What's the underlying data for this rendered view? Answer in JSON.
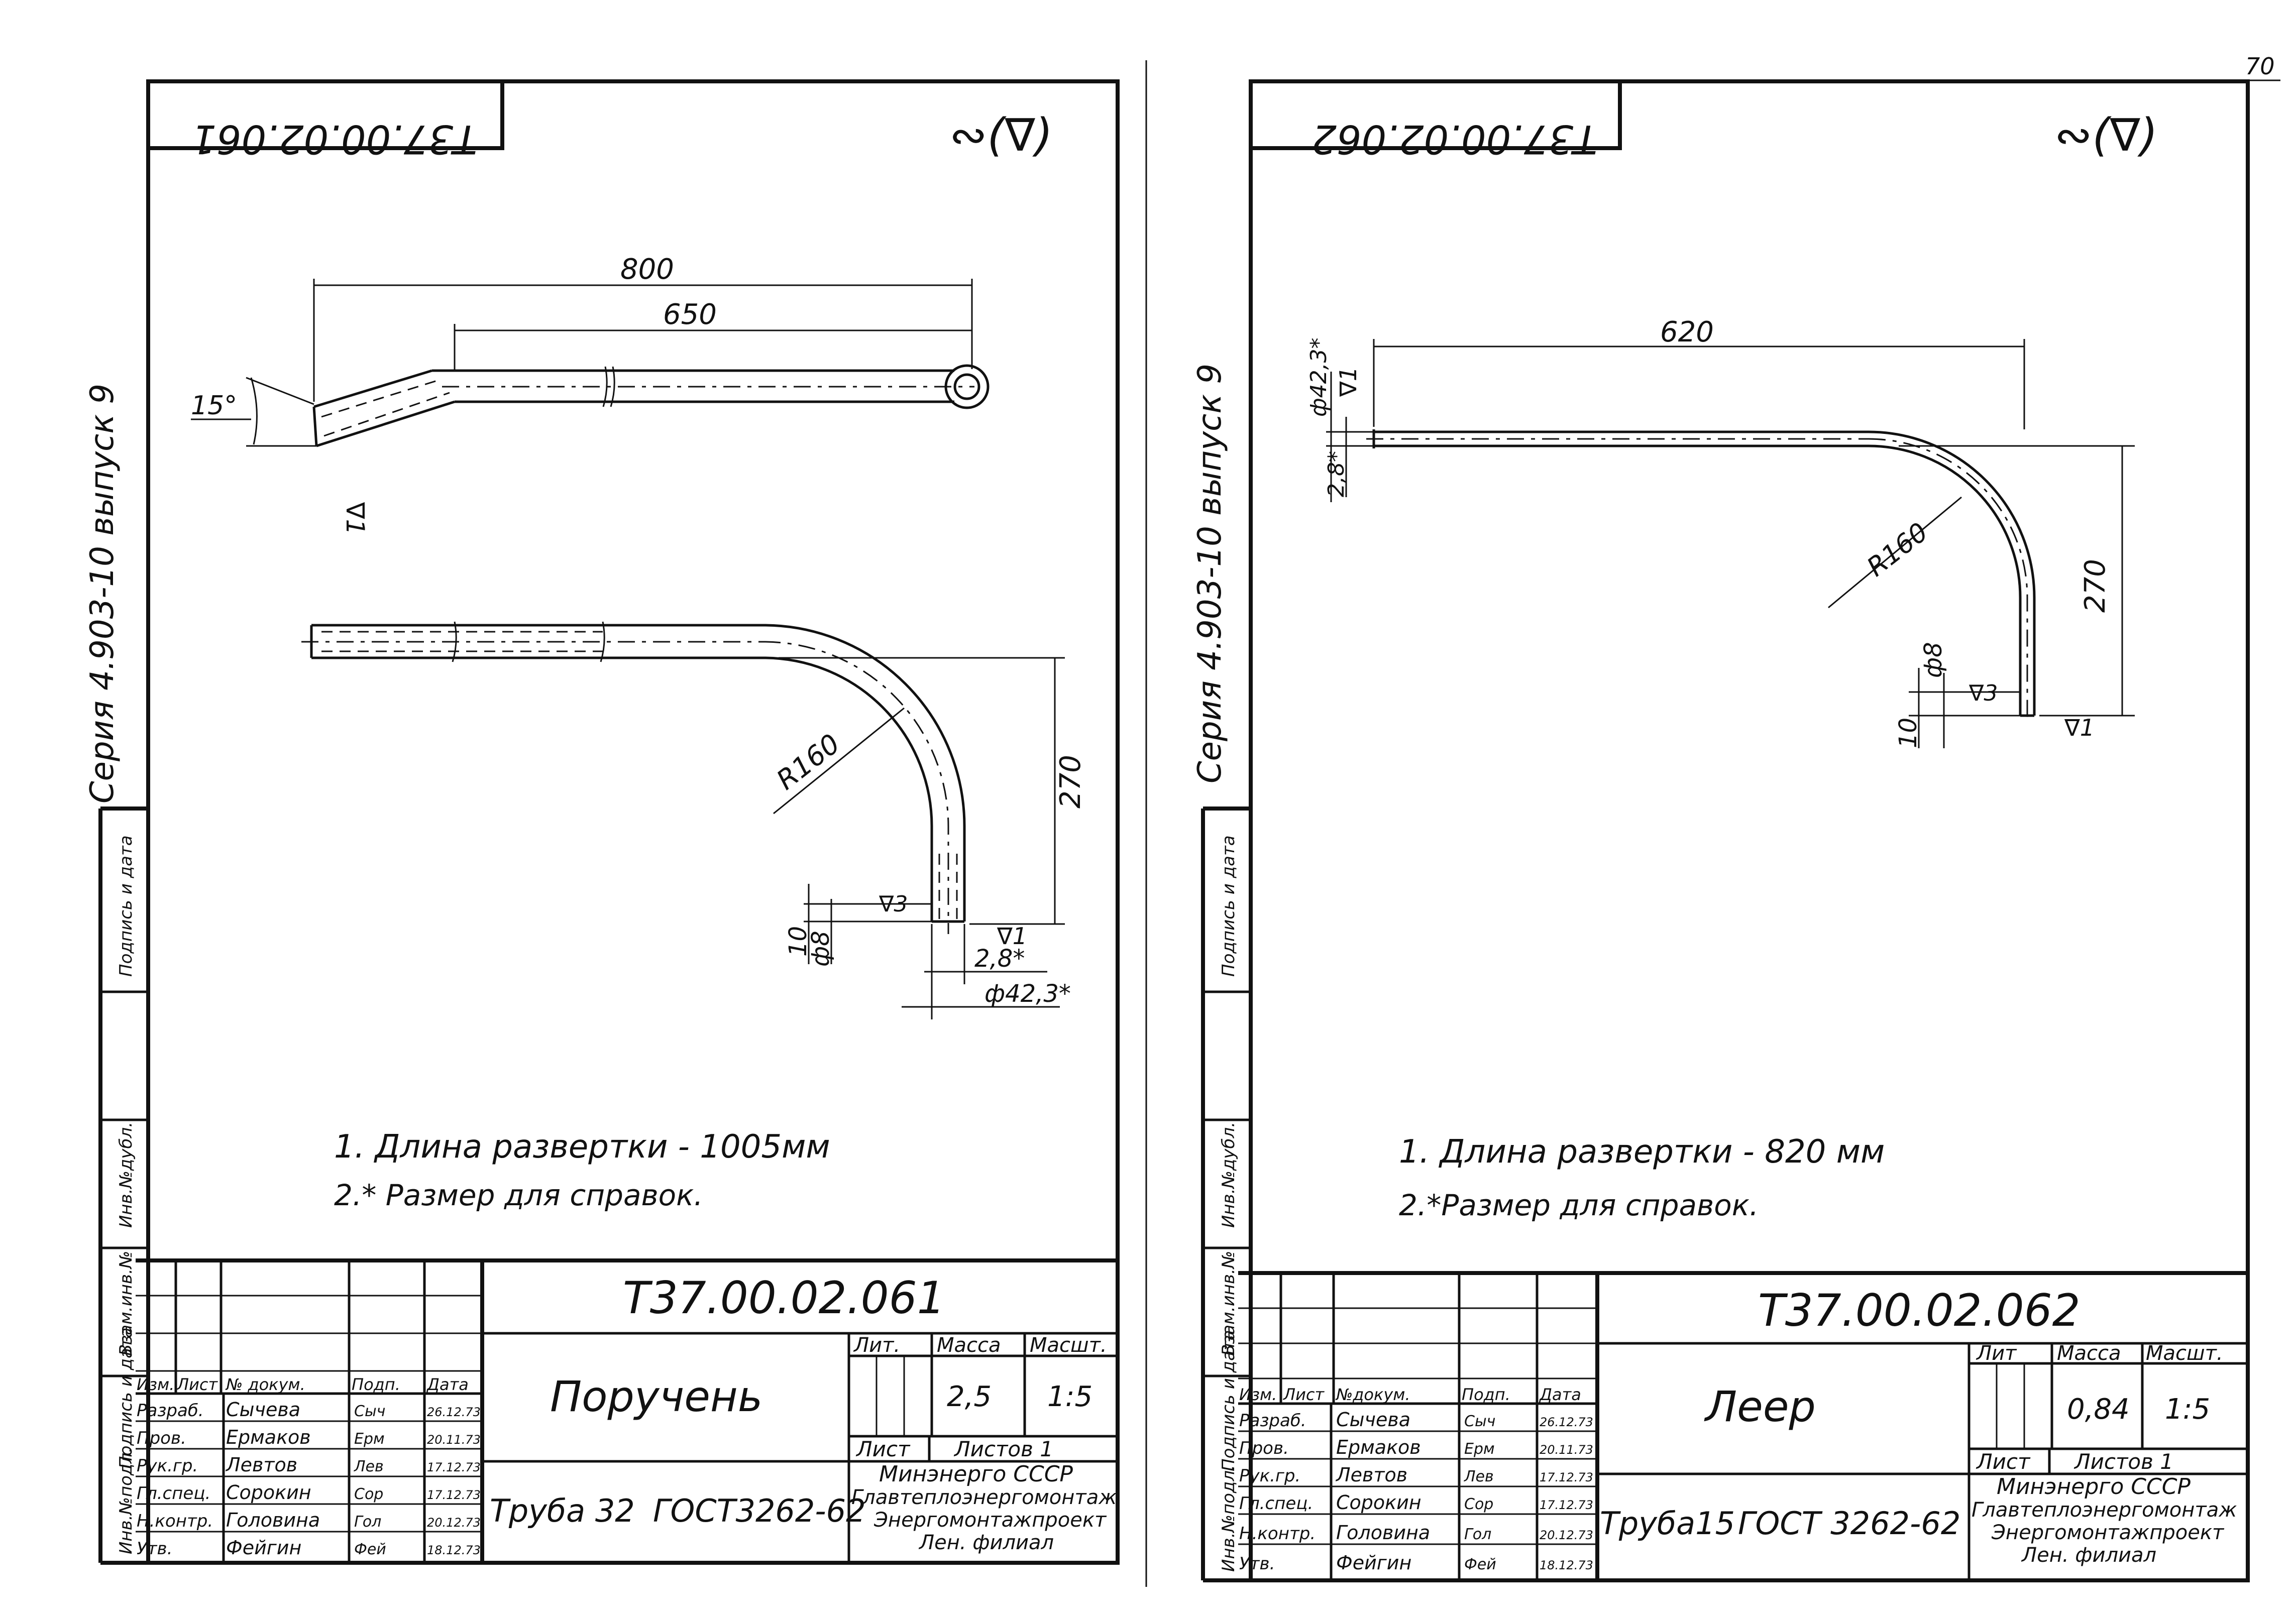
{
  "page_number": "70",
  "left": {
    "stamp_code": "Т37.00.02.061",
    "roughness": "∾(∇)",
    "series_text": "Серия 4.903-10 выпуск 9",
    "side_labels": [
      "Инв.№подл.",
      "Подпись и дата",
      "Взам.инв.№",
      "Инв.№дубл.",
      "Подпись и дата"
    ],
    "dims": {
      "d800": "800",
      "d650": "650",
      "angle": "15°",
      "r160": "R160",
      "d270": "270",
      "d10": "10",
      "d8": "ф8",
      "s3": "∇3",
      "s1a": "∇1",
      "s1b": "∇1",
      "d28": "2,8*",
      "d423": "ф42,3*"
    },
    "notes": [
      "1. Длина развертки - 1005мм",
      "2.* Размер для справок."
    ],
    "title_block": {
      "doc_code": "Т37.00.02.061",
      "name": "Поручень",
      "material": "Труба 32",
      "standard": "ГОСТ3262-62",
      "lit_label": "Лит.",
      "mass_label": "Масса",
      "scale_label": "Масшт.",
      "mass": "2,5",
      "scale": "1:5",
      "sheet_label": "Лист",
      "sheets_label": "Листов 1",
      "org": [
        "Минэнерго СССР",
        "Главтеплоэнергомонтаж",
        "Энергомонтажпроект",
        "Лен. филиал"
      ],
      "head": [
        "Изм.",
        "Лист",
        "№ докум.",
        "Подп.",
        "Дата"
      ],
      "rows": [
        {
          "role": "Разраб.",
          "name": "Сычева",
          "sign": "Сыч",
          "date": "26.12.73"
        },
        {
          "role": "Пров.",
          "name": "Ермаков",
          "sign": "Ерм",
          "date": "20.11.73"
        },
        {
          "role": "Рук.гр.",
          "name": "Левтов",
          "sign": "Лев",
          "date": "17.12.73"
        },
        {
          "role": "Гл.спец.",
          "name": "Сорокин",
          "sign": "Сор",
          "date": "17.12.73"
        },
        {
          "role": "Н.контр.",
          "name": "Головина",
          "sign": "Гол",
          "date": "20.12.73"
        },
        {
          "role": "Утв.",
          "name": "Фейгин",
          "sign": "Фей",
          "date": "18.12.73"
        }
      ]
    }
  },
  "right": {
    "stamp_code": "Т37.00.02.062",
    "roughness": "∾(∇)",
    "series_text": "Серия 4.903-10 выпуск 9",
    "side_labels": [
      "Инв.№подл.",
      "Подпись и дата",
      "Взам.инв.№",
      "Инв.№дубл.",
      "Подпись и дата"
    ],
    "dims": {
      "d620": "620",
      "d423": "ф42,3*",
      "d28": "2,8*",
      "s1a": "∇1",
      "s1b": "∇1",
      "r160": "R160",
      "d270": "270",
      "d8": "ф8",
      "s3": "∇3",
      "d10": "10"
    },
    "notes": [
      "1. Длина развертки - 820 мм",
      "2.*Размер для справок."
    ],
    "title_block": {
      "doc_code": "Т37.00.02.062",
      "name": "Леер",
      "material": "Труба15",
      "standard": "ГОСТ 3262-62",
      "lit_label": "Лит",
      "mass_label": "Масса",
      "scale_label": "Масшт.",
      "mass": "0,84",
      "scale": "1:5",
      "sheet_label": "Лист",
      "sheets_label": "Листов 1",
      "org": [
        "Минэнерго СССР",
        "Главтеплоэнергомонтаж",
        "Энергомонтажпроект",
        "Лен. филиал"
      ],
      "head": [
        "Изм.",
        "Лист",
        "№докум.",
        "Подп.",
        "Дата"
      ],
      "rows": [
        {
          "role": "Разраб.",
          "name": "Сычева",
          "sign": "Сыч",
          "date": "26.12.73"
        },
        {
          "role": "Пров.",
          "name": "Ермаков",
          "sign": "Ерм",
          "date": "20.11.73"
        },
        {
          "role": "Рук.гр.",
          "name": "Левтов",
          "sign": "Лев",
          "date": "17.12.73"
        },
        {
          "role": "Гл.спец.",
          "name": "Сорокин",
          "sign": "Сор",
          "date": "17.12.73"
        },
        {
          "role": "Н.контр.",
          "name": "Головина",
          "sign": "Гол",
          "date": "20.12.73"
        },
        {
          "role": "Утв.",
          "name": "Фейгин",
          "sign": "Фей",
          "date": "18.12.73"
        }
      ]
    }
  }
}
